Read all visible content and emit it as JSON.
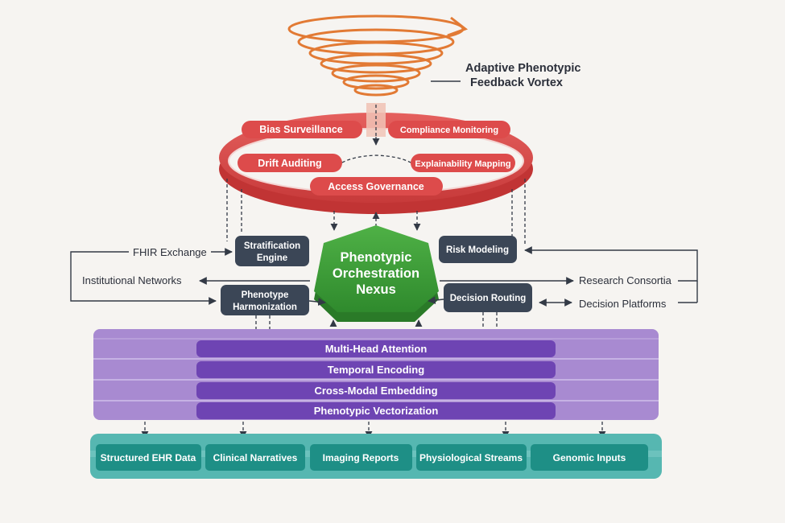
{
  "vortex": {
    "title_line1": "Adaptive Phenotypic",
    "title_line2": "Feedback Vortex"
  },
  "governance_ring": {
    "bias": "Bias Surveillance",
    "compliance": "Compliance Monitoring",
    "drift": "Drift Auditing",
    "explainability": "Explainability Mapping",
    "access": "Access Governance"
  },
  "hub": {
    "line1": "Phenotypic",
    "line2": "Orchestration",
    "line3": "Nexus"
  },
  "nodes": {
    "stratification_line1": "Stratification",
    "stratification_line2": "Engine",
    "risk": "Risk Modeling",
    "harmonization_line1": "Phenotype",
    "harmonization_line2": "Harmonization",
    "routing": "Decision Routing"
  },
  "external": {
    "fhir": "FHIR Exchange",
    "institutional": "Institutional Networks",
    "research": "Research Consortia",
    "platforms": "Decision Platforms"
  },
  "layers": [
    "Multi-Head Attention",
    "Temporal Encoding",
    "Cross-Modal Embedding",
    "Phenotypic Vectorization"
  ],
  "inputs": [
    "Structured EHR Data",
    "Clinical Narratives",
    "Imaging Reports",
    "Physiological Streams",
    "Genomic Inputs"
  ],
  "colors": {
    "vortex": "#e27a34",
    "ring": "#dd4b4b",
    "hub": "#3f9a3a",
    "node": "#3b4656",
    "layer_band": "#a88ad1",
    "layer_bar": "#6e44b3",
    "input_tray": "#56b7b1",
    "input_box": "#1e8f86"
  }
}
